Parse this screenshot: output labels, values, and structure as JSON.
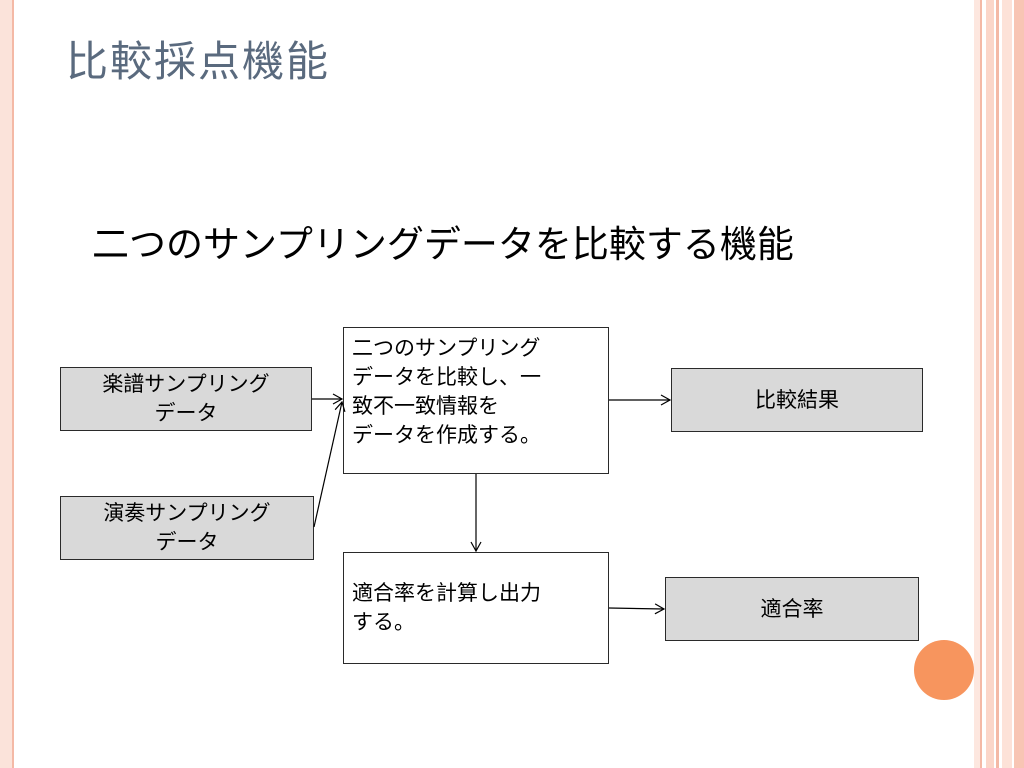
{
  "slide": {
    "title": "比較採点機能",
    "subtitle": "二つのサンプリングデータを比較する機能"
  },
  "diagram": {
    "nodes": {
      "score_sampling": "楽譜サンプリング\nデータ",
      "performance_sampling": "演奏サンプリング\nデータ",
      "compare_process": "二つのサンプリング\nデータを比較し、一\n致不一致情報を\nデータを作成する。",
      "compare_result": "比較結果",
      "calc_process": "適合率を計算し出力\nする。",
      "match_rate": "適合率"
    }
  },
  "colors": {
    "title_text": "#5a6a7e",
    "box_fill": "#d9d9d9",
    "accent_circle": "#f7955e",
    "border_pink": "#f4b9a6"
  }
}
